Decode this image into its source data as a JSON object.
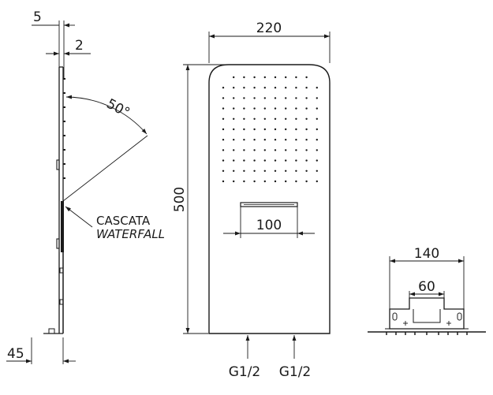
{
  "side_view": {
    "dim_5": "5",
    "dim_2": "2",
    "angle": "50°",
    "callout_line1": "CASCATA",
    "callout_line2": "WATERFALL",
    "dim_45": "45"
  },
  "front_view": {
    "width": "220",
    "height": "500",
    "outlet_width": "100",
    "inlet_left": "G1/2",
    "inlet_right": "G1/2"
  },
  "bracket_view": {
    "width": "140",
    "slot_width": "60"
  }
}
